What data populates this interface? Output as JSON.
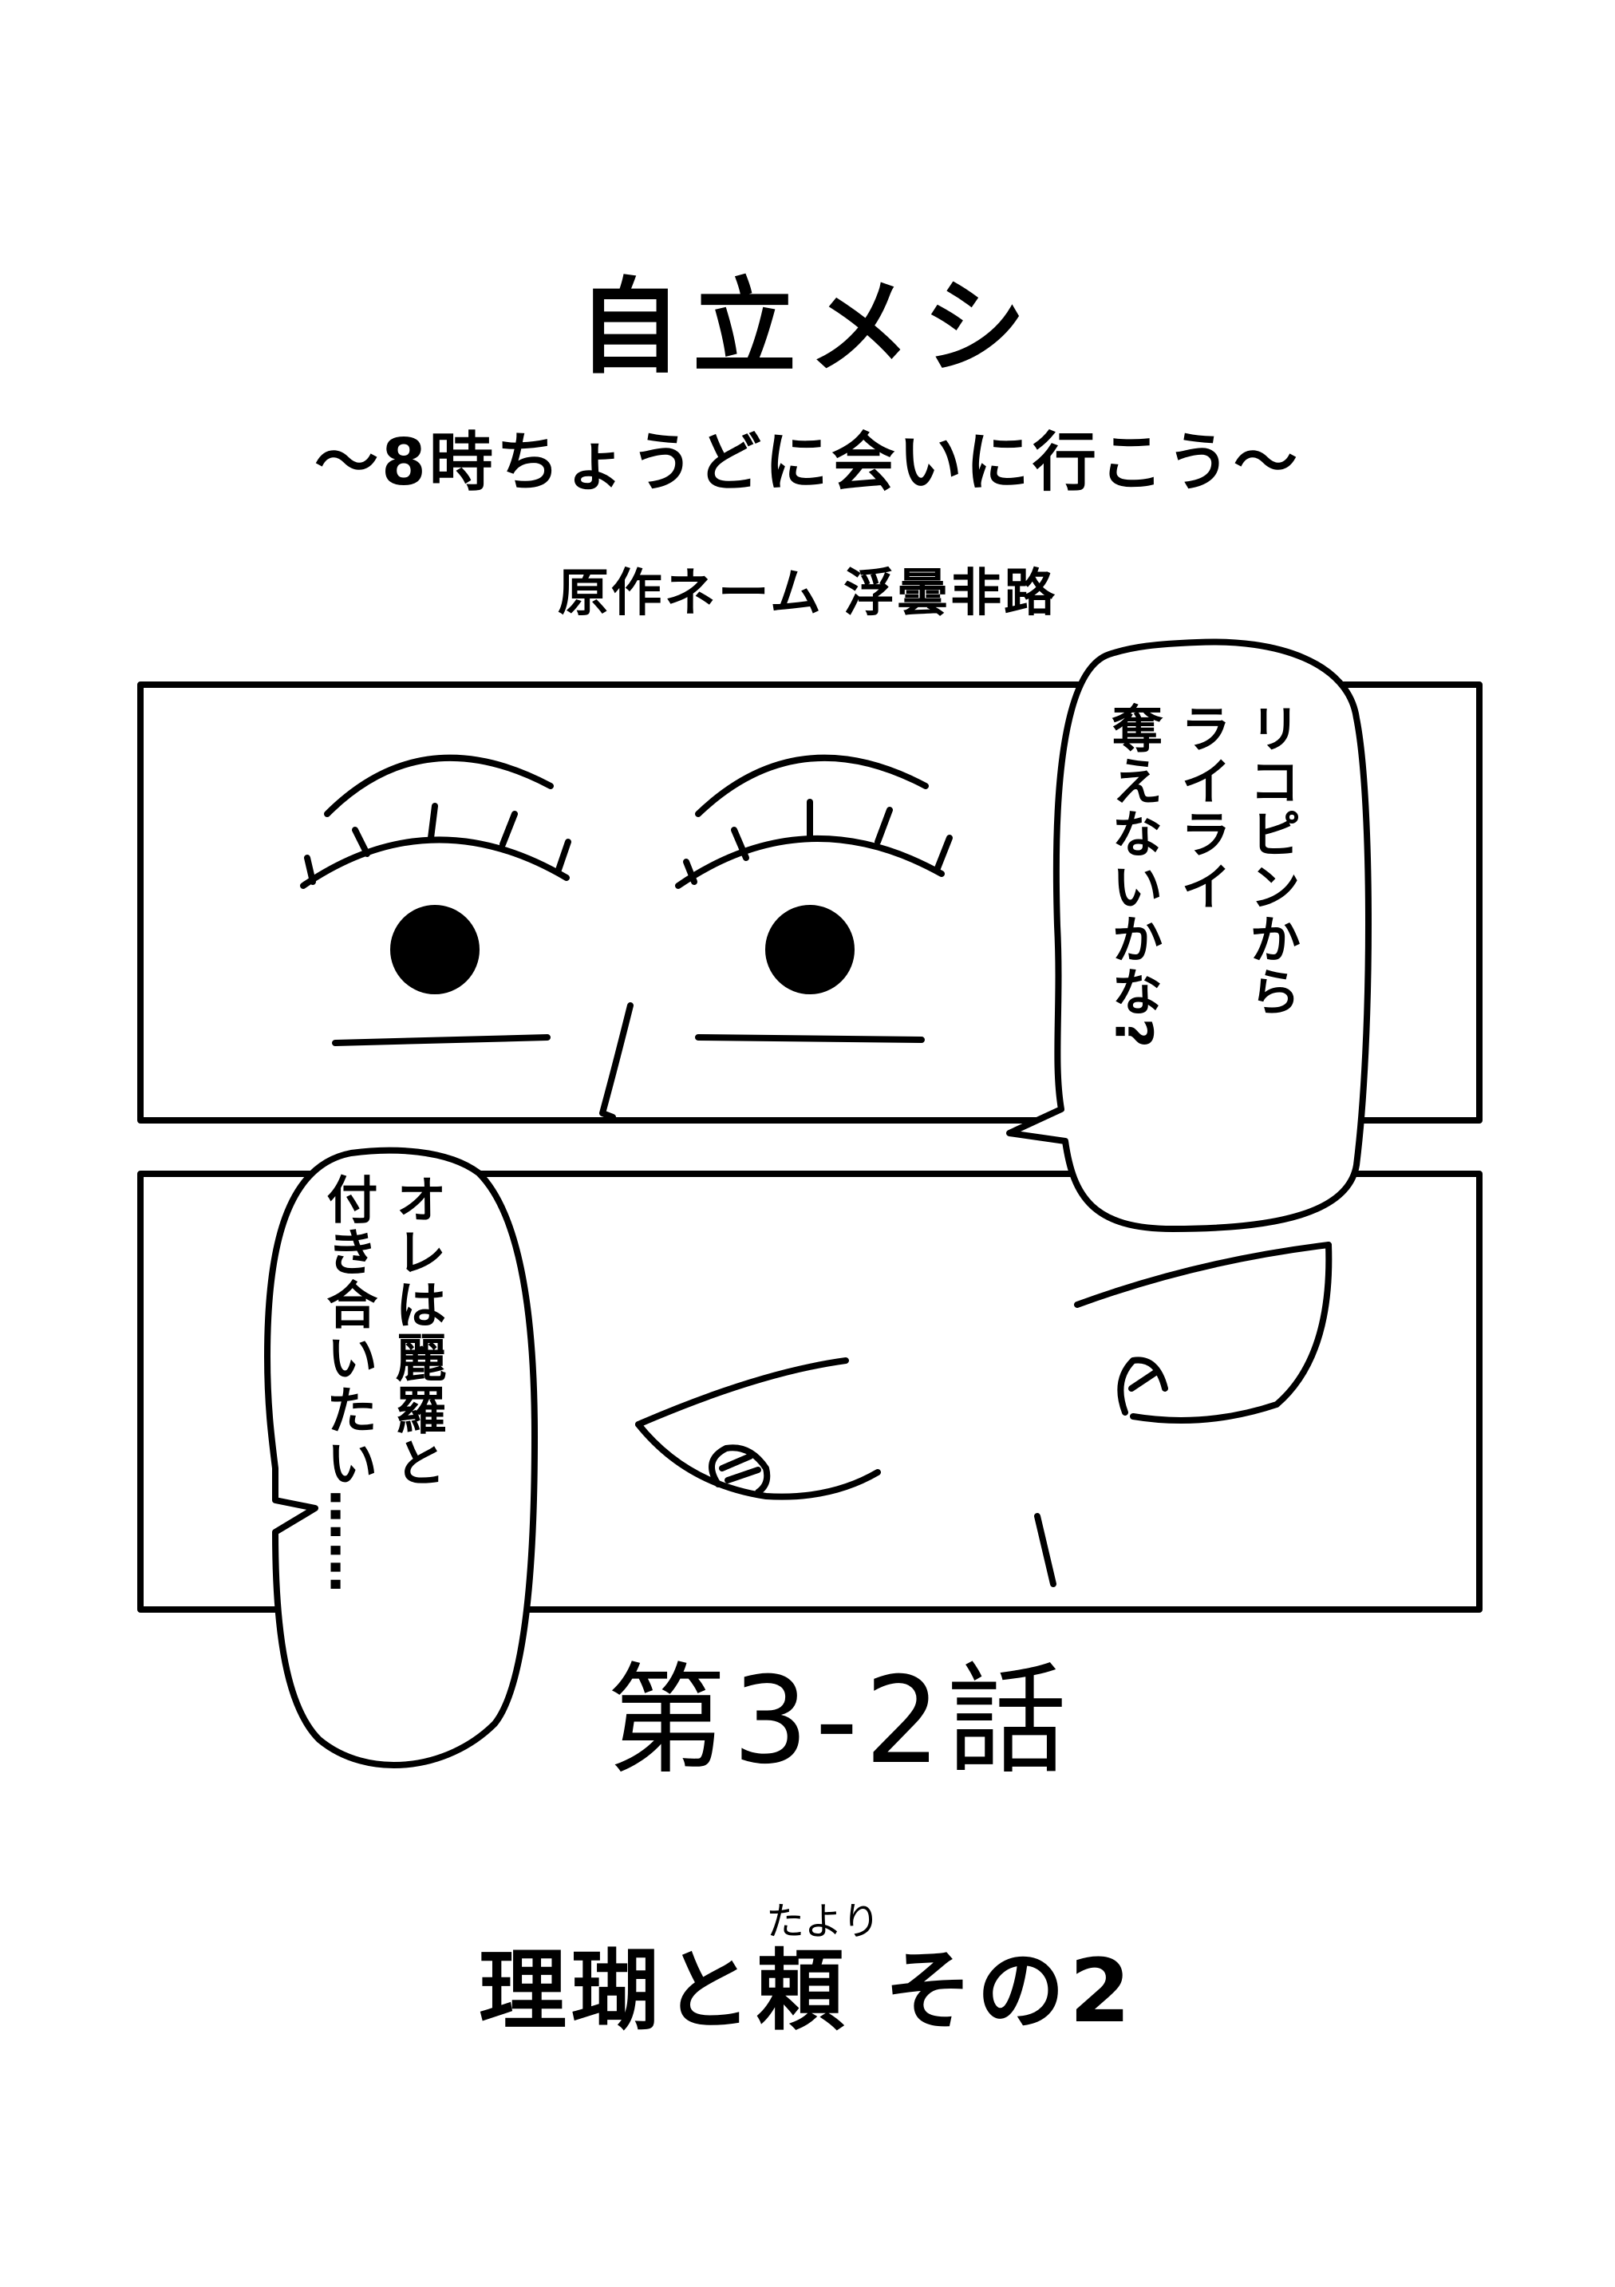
{
  "title": "自立メシ",
  "subtitle": "〜8時ちょうどに会いに行こう〜",
  "credit": "原作ネーム 浮曇非路",
  "bubble1": {
    "lines": [
      "リコピンから",
      "ライライ",
      "奪えないかな?"
    ]
  },
  "bubble2": {
    "lines": [
      "オレは麗羅と",
      "付き合いたい……"
    ]
  },
  "episode": "第3-2話",
  "episode_subtitle": {
    "before": "理瑚と",
    "ruby_base": "頼",
    "ruby_reading": "たより",
    "after": " その2"
  }
}
